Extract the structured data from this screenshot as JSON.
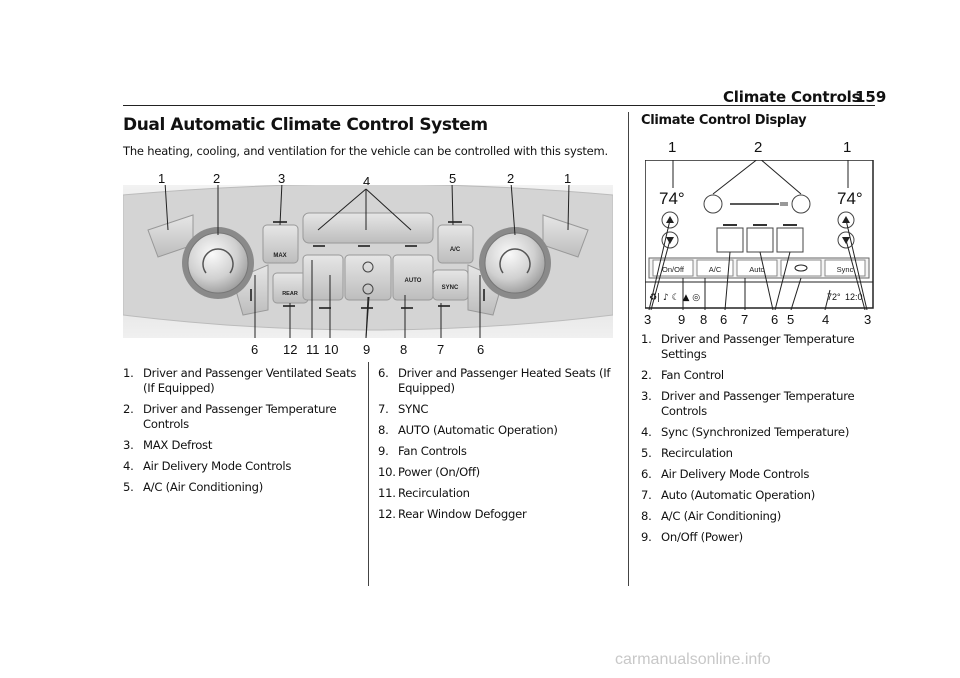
{
  "header": {
    "section": "Climate Controls",
    "page": "159"
  },
  "left": {
    "title": "Dual Automatic Climate Control System",
    "intro": "The heating, cooling, and ventilation for the vehicle can be controlled with this system.",
    "callouts_top": [
      "1",
      "2",
      "3",
      "4",
      "5",
      "2",
      "1"
    ],
    "callouts_bottom": [
      "6",
      "12",
      "11",
      "10",
      "9",
      "8",
      "7",
      "6"
    ],
    "panel": {
      "max": "MAX",
      "rear": "REAR",
      "auto": "AUTO",
      "ac": "A/C",
      "sync": "SYNC"
    },
    "list_a": [
      {
        "n": "1.",
        "t": "Driver and Passenger Ventilated Seats (If Equipped)"
      },
      {
        "n": "2.",
        "t": "Driver and Passenger Temperature Controls"
      },
      {
        "n": "3.",
        "t": "MAX Defrost"
      },
      {
        "n": "4.",
        "t": "Air Delivery Mode Controls"
      },
      {
        "n": "5.",
        "t": "A/C (Air Conditioning)"
      }
    ],
    "list_b": [
      {
        "n": "6.",
        "t": "Driver and Passenger Heated Seats (If Equipped)"
      },
      {
        "n": "7.",
        "t": "SYNC"
      },
      {
        "n": "8.",
        "t": "AUTO (Automatic Operation)"
      },
      {
        "n": "9.",
        "t": "Fan Controls"
      },
      {
        "n": "10.",
        "t": "Power (On/Off)"
      },
      {
        "n": "11.",
        "t": "Recirculation"
      },
      {
        "n": "12.",
        "t": "Rear Window Defogger"
      }
    ]
  },
  "right": {
    "title": "Climate Control Display",
    "callouts_top": [
      "1",
      "2",
      "1"
    ],
    "callouts_bottom": [
      "3",
      "9",
      "8",
      "6",
      "7",
      "6",
      "5",
      "4",
      "3"
    ],
    "display": {
      "temp_left": "74°",
      "temp_right": "74°",
      "buttons": [
        "On/Off",
        "A/C",
        "Auto",
        "",
        "Sync"
      ],
      "status_temp": "72°",
      "status_time": "12:0"
    },
    "list": [
      {
        "n": "1.",
        "t": "Driver and Passenger Temperature Settings"
      },
      {
        "n": "2.",
        "t": "Fan Control"
      },
      {
        "n": "3.",
        "t": "Driver and Passenger Temperature Controls"
      },
      {
        "n": "4.",
        "t": "Sync (Synchronized Temperature)"
      },
      {
        "n": "5.",
        "t": "Recirculation"
      },
      {
        "n": "6.",
        "t": "Air Delivery Mode Controls"
      },
      {
        "n": "7.",
        "t": "Auto (Automatic Operation)"
      },
      {
        "n": "8.",
        "t": "A/C (Air Conditioning)"
      },
      {
        "n": "9.",
        "t": "On/Off (Power)"
      }
    ]
  },
  "watermark": "carmanualsonline.info"
}
